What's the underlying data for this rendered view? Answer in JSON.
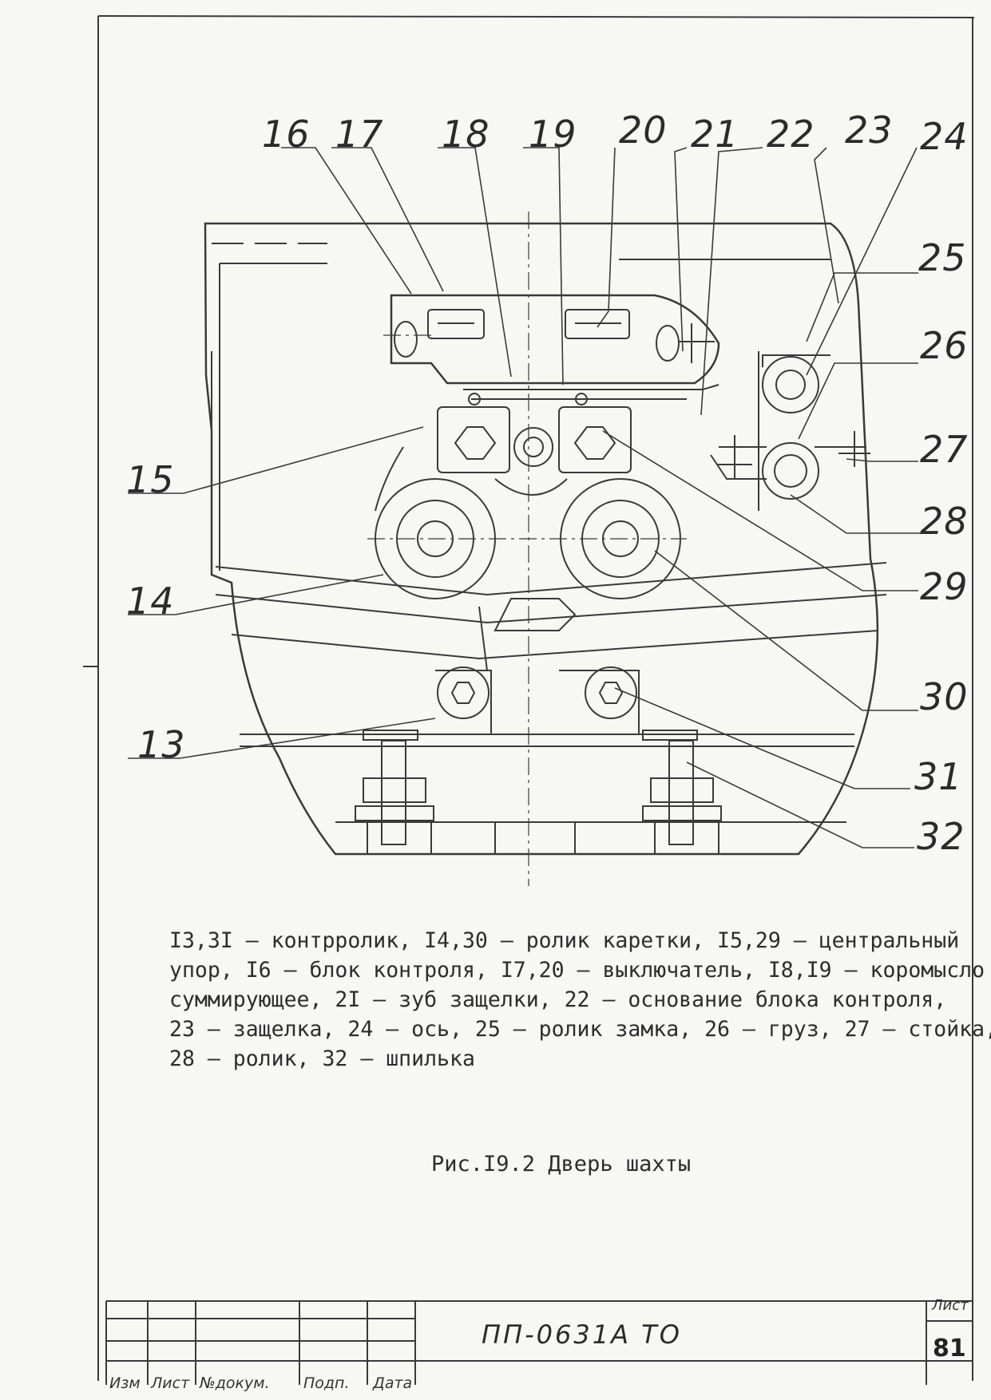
{
  "callouts": {
    "c16": "16",
    "c17": "17",
    "c18": "18",
    "c19": "19",
    "c20": "20",
    "c21": "21",
    "c22": "22",
    "c23": "23",
    "c24": "24",
    "c25": "25",
    "c26": "26",
    "c27": "27",
    "c28": "28",
    "c29": "29",
    "c30": "30",
    "c31": "31",
    "c32": "32",
    "c15": "15",
    "c14": "14",
    "c13": "13"
  },
  "legend": {
    "line1": "I3,3I – контрролик, I4,30 – ролик каретки, I5,29 – центральный",
    "line2": "упор, I6 – блок контроля, I7,20 – выключатель, I8,I9 – коромысло",
    "line3": "суммирующее, 2I – зуб защелки, 22 – основание блока контроля,",
    "line4": "23 – защелка, 24 – ось, 25 – ролик замка, 26 – груз, 27 – стойка,",
    "line5": "28 – ролик, 32 – шпилька"
  },
  "caption": "Рис.I9.2  Дверь шахты",
  "title_block": {
    "doc_number": "ПП-0631А ТО",
    "sheet_label": "Лист",
    "sheet_number": "81",
    "columns": [
      "Изм",
      "Лист",
      "№докум.",
      "Подп.",
      "Дата"
    ]
  }
}
